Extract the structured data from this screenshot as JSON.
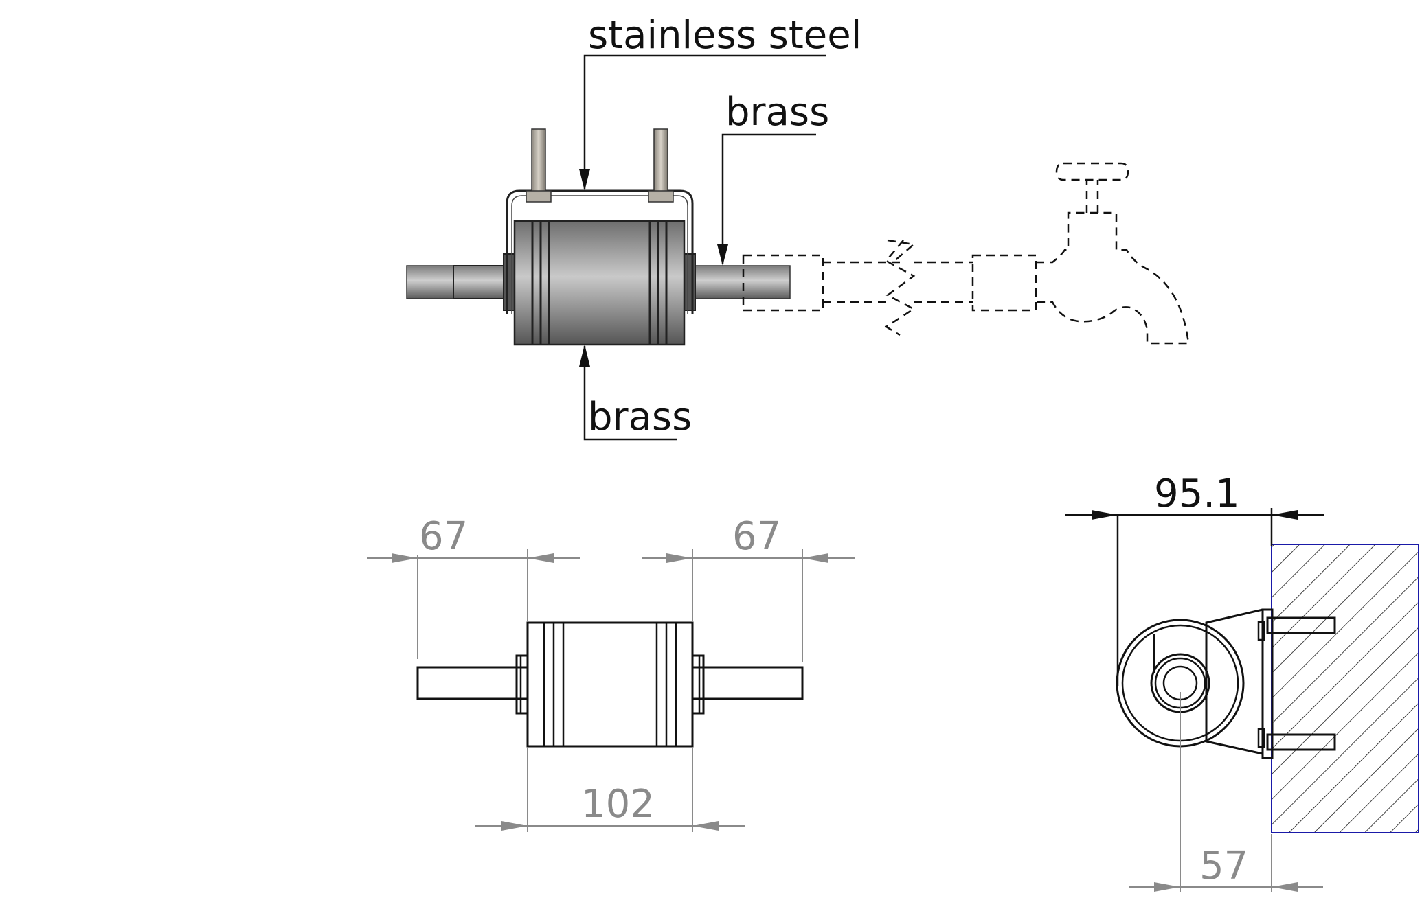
{
  "labels": {
    "top_housing": "stainless steel",
    "pipe": "brass",
    "body": "brass"
  },
  "dimensions": {
    "left_pipe": "67",
    "right_pipe": "67",
    "body_length": "102",
    "depth": "95.1",
    "axis_offset": "57"
  },
  "colors": {
    "line": "#111111",
    "dimension": "#8a8a8a",
    "wall_hatch": "#1a1aa8"
  }
}
